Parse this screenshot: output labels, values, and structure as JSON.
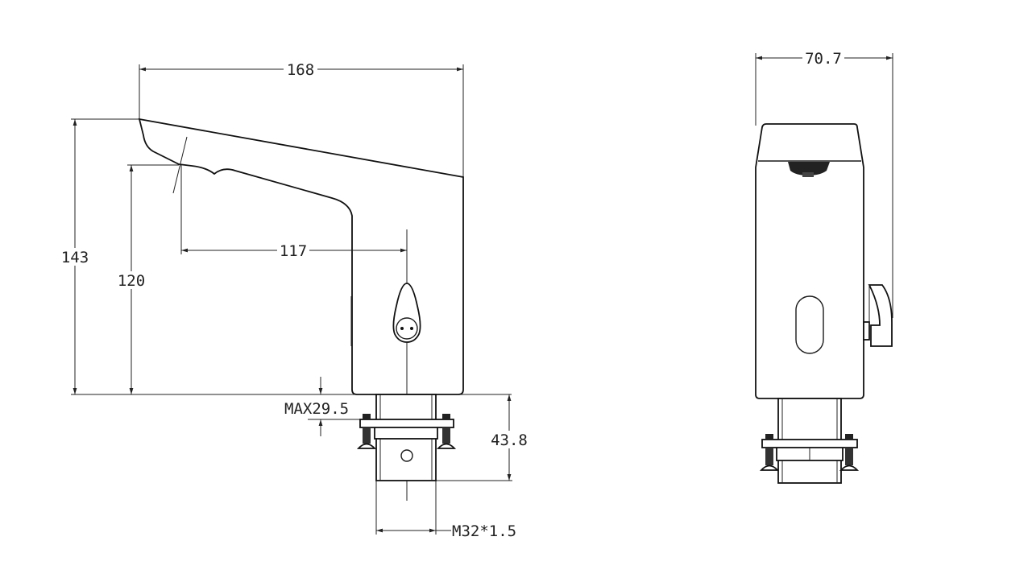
{
  "side_view": {
    "dim_total_length": "168",
    "dim_spout_reach": "117",
    "dim_total_height": "143",
    "dim_spout_height": "120",
    "dim_max_deck": "MAX29.5",
    "dim_shank_length": "43.8",
    "dim_thread": "M32*1.5"
  },
  "front_view": {
    "dim_width": "70.7"
  }
}
